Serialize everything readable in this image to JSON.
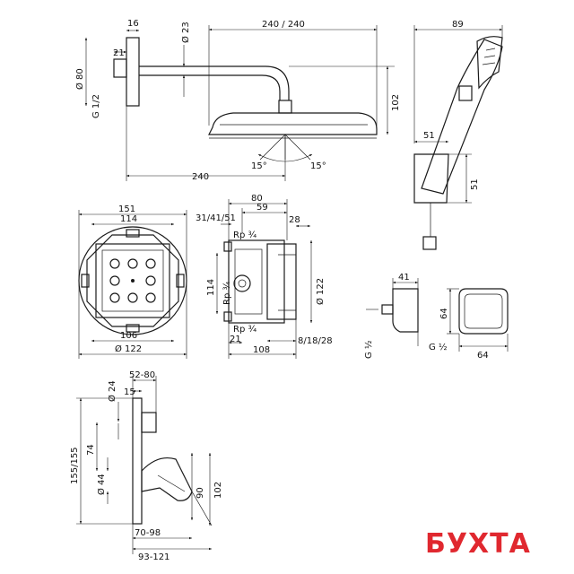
{
  "head_shower": {
    "dims": {
      "d16": "16",
      "d23": "Ø 23",
      "d240_240": "240 / 240",
      "d21": "21",
      "d80": "Ø 80",
      "g12": "G 1/2",
      "d102": "102",
      "d15a": "15°",
      "d15b": "15°",
      "d240": "240"
    }
  },
  "hand_shower": {
    "dims": {
      "d89": "89",
      "d51a": "51",
      "d51b": "51"
    }
  },
  "box_front": {
    "dims": {
      "d151": "151",
      "d114": "114",
      "d106": "106",
      "d122": "Ø 122"
    }
  },
  "box_side": {
    "dims": {
      "d80": "80",
      "d59": "59",
      "d314151": "31/41/51",
      "d28": "28",
      "rp1": "Rp ¾",
      "rp2": "Rp ¾",
      "rp3": "Rp ¾",
      "d114": "114",
      "d122": "Ø 122",
      "d21": "21",
      "d81828": "8/18/28",
      "d108": "108"
    }
  },
  "outlet": {
    "dims": {
      "d41": "41",
      "d64a": "64",
      "d64b": "64",
      "g12a": "G ½",
      "g12b": "G ½"
    }
  },
  "mixer": {
    "dims": {
      "d5280": "52-80",
      "d24": "Ø 24",
      "d15": "15",
      "d155": "155/155",
      "d74": "74",
      "d44": "Ø 44",
      "d90": "90",
      "d102": "102",
      "d7098": "70-98",
      "d93121": "93-121"
    }
  },
  "brand": {
    "name": "БУХТА",
    "color": "#e0282f"
  }
}
